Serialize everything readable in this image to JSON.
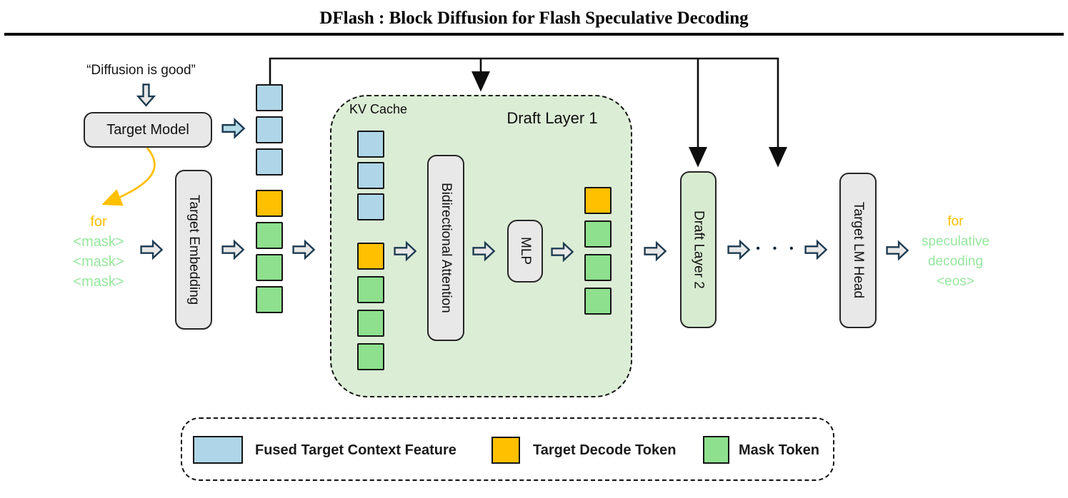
{
  "title": "DFlash : Block Diffusion for Flash Speculative Decoding",
  "input": {
    "prompt": "“Diffusion is good”",
    "target_model_label": "Target Model",
    "decode_token": "for",
    "masks": [
      "<mask>",
      "<mask>",
      "<mask>"
    ]
  },
  "embedding": {
    "label": "Target Embedding"
  },
  "draft_layer_1": {
    "label": "Draft Layer 1",
    "kv_cache_label": "KV Cache",
    "attention_label": "Bidirectional Attention",
    "mlp_label": "MLP"
  },
  "draft_layer_2": {
    "label": "Draft Layer 2"
  },
  "ellipsis": "• • •",
  "lm_head": {
    "label": "Target LM Head"
  },
  "output": {
    "decode_token": "for",
    "lines": [
      "speculative",
      "decoding",
      "<eos>"
    ]
  },
  "tokens": {
    "context_column": [
      "blue",
      "blue",
      "blue"
    ],
    "block_column": [
      "orange",
      "green",
      "green",
      "green"
    ],
    "kv_cache": [
      "blue",
      "blue",
      "blue"
    ],
    "draft_input": [
      "orange",
      "green",
      "green",
      "green"
    ],
    "draft_output": [
      "orange",
      "green",
      "green",
      "green"
    ]
  },
  "legend": {
    "items": [
      {
        "label": "Fused Target Context Feature",
        "type": "blue",
        "color": "#aed6e8"
      },
      {
        "label": "Target Decode Token",
        "type": "orange",
        "color": "#ffc000"
      },
      {
        "label": "Mask Token",
        "type": "green",
        "color": "#8ee08e"
      }
    ]
  },
  "colors": {
    "context_feature_blue": "#aed6e8",
    "decode_token_orange": "#ffc000",
    "mask_token_green": "#8ee08e",
    "draft_layer_fill": "#dcedd6",
    "module_fill": "#e9e8e8",
    "arrow_outline": "#1d3b51",
    "highlight_yellow": "#ffc000",
    "text_green": "#95e79d"
  }
}
